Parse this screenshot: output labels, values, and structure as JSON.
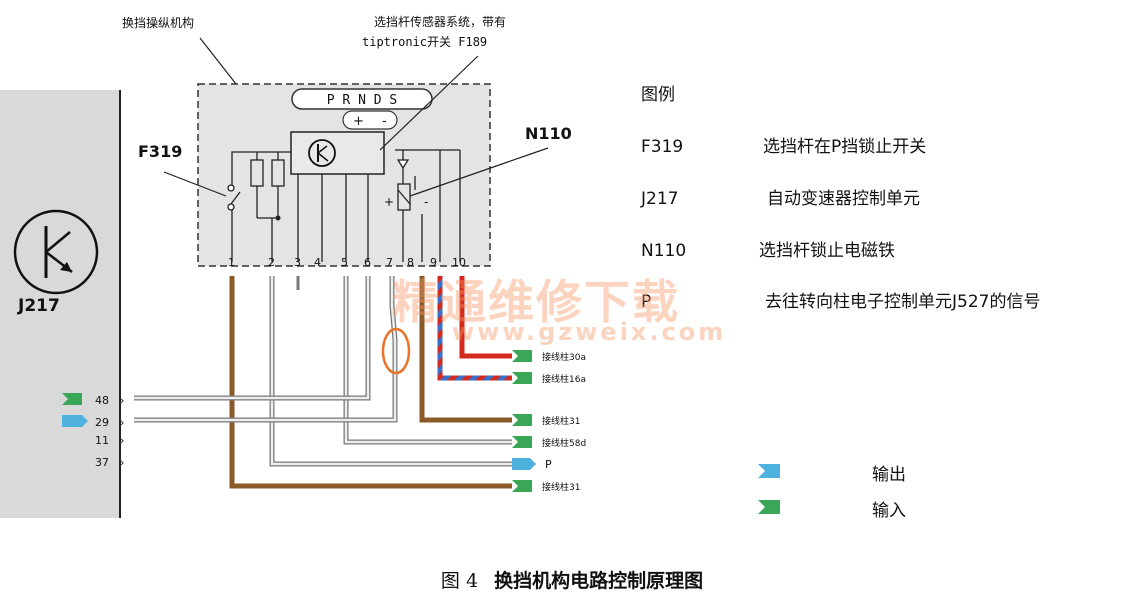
{
  "labels": {
    "shift_mechanism": "换挡操纵机构",
    "sensor_line1": "选挡杆传感器系统，带有",
    "sensor_line2": "tiptronic开关 F189",
    "prnds": "P R N D S",
    "plus": "+",
    "minus": "-",
    "f319": "F319",
    "n110": "N110",
    "j217": "J217",
    "sensor_plus": "+",
    "sensor_minus": "-"
  },
  "pins": [
    "1",
    "2",
    "3",
    "4",
    "5",
    "6",
    "7",
    "8",
    "9",
    "10"
  ],
  "ecu_pins": [
    {
      "label": "48",
      "dir": "input"
    },
    {
      "label": "29",
      "dir": "output"
    },
    {
      "label": "11",
      "dir": "none"
    },
    {
      "label": "37",
      "dir": "none"
    }
  ],
  "connections": [
    {
      "label": "接线柱30a",
      "dir": "input"
    },
    {
      "label": "接线柱16a",
      "dir": "input"
    },
    {
      "label": "接线柱31",
      "dir": "input"
    },
    {
      "label": "接线柱58d",
      "dir": "input"
    },
    {
      "label": "P",
      "dir": "output"
    },
    {
      "label": "接线柱31",
      "dir": "input"
    }
  ],
  "legend": {
    "title": "图例",
    "items": [
      {
        "code": "F319",
        "desc": "选挡杆在P挡锁止开关"
      },
      {
        "code": "J217",
        "desc": "自动变速器控制单元"
      },
      {
        "code": "N110",
        "desc": "选挡杆锁止电磁铁"
      },
      {
        "code": "P",
        "desc": "去往转向柱电子控制单元J527的信号"
      }
    ],
    "output_label": "输出",
    "input_label": "输入"
  },
  "watermark": {
    "line1": "精通维修下载",
    "line2": "www.gzweix.com"
  },
  "caption": {
    "figure_no": "图 4",
    "title": "换挡机构电路控制原理图"
  },
  "colors": {
    "input_arrow": "#3aa657",
    "output_arrow": "#4fb2de",
    "wire_brown": "#8b5a2b",
    "wire_red": "#d42a1e",
    "wire_blue": "#3a6fc8",
    "wire_grey": "#9a9a9a",
    "highlight_ellipse": "#e8742a"
  }
}
